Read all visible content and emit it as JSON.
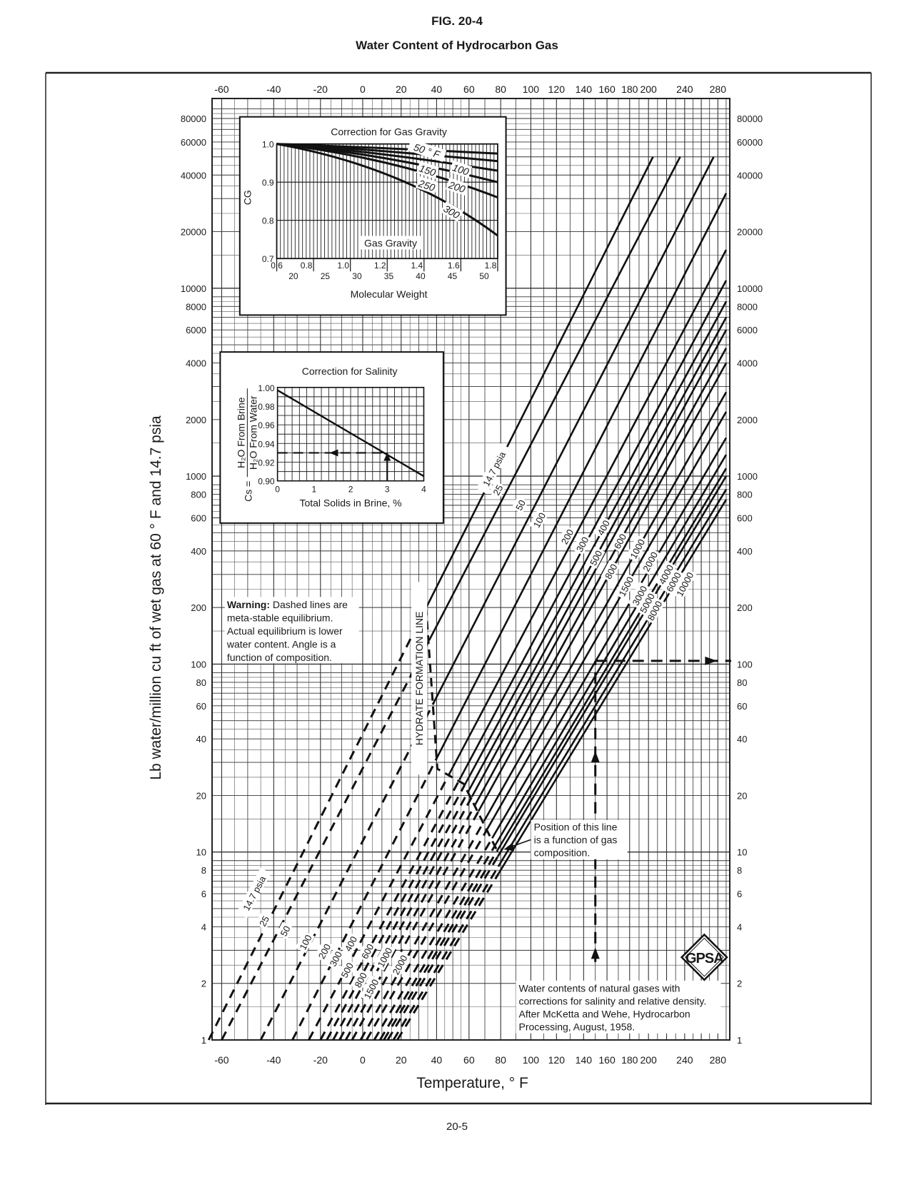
{
  "figure": {
    "number": "FIG. 20-4",
    "title": "Water Content of Hydrocarbon Gas",
    "page_number": "20-5"
  },
  "chart_data": {
    "type": "line",
    "title": "Water Content of Hydrocarbon Gas",
    "xlabel": "Temperature, ° F",
    "ylabel": "Lb water/million cu ft of wet gas at 60 ° F and 14.7 psia",
    "x_scale": "nonlinear (vapor-pressure scale)",
    "y_scale": "log",
    "xlim": [
      -65,
      290
    ],
    "ylim": [
      1,
      100000
    ],
    "x_tick_labels": [
      "-60",
      "-40",
      "-20",
      "0",
      "20",
      "40",
      "60",
      "80",
      "100",
      "120",
      "140",
      "160",
      "180",
      "200",
      "240",
      "280"
    ],
    "y_tick_labels": [
      "1",
      "2",
      "4",
      "6",
      "8",
      "10",
      "20",
      "40",
      "60",
      "80",
      "100",
      "200",
      "400",
      "600",
      "800",
      "1000",
      "2000",
      "4000",
      "6000",
      "8000",
      "10000",
      "20000",
      "40000",
      "60000",
      "80000"
    ],
    "series_pressure_psia": [
      "14.7",
      "25",
      "50",
      "100",
      "200",
      "300",
      "400",
      "500",
      "600",
      "800",
      "1000",
      "1500",
      "2000",
      "3000",
      "4000",
      "5000",
      "6000",
      "8000",
      "10000"
    ],
    "series": [
      {
        "name": "14.7 psia",
        "x_at_y1": -65,
        "x_at_top": 205,
        "y_top": 50000
      },
      {
        "name": "25",
        "x_at_y1": -60,
        "x_at_top": 235,
        "y_top": 50000
      },
      {
        "name": "50",
        "x_at_y1": -45,
        "x_at_top": 275,
        "y_top": 50000
      },
      {
        "name": "100",
        "x_at_y1": -32,
        "x_at_top": 290,
        "y_top": 32000
      },
      {
        "name": "200",
        "x_at_y1": -25,
        "x_at_top": 290,
        "y_top": 16000
      },
      {
        "name": "300",
        "x_at_y1": -20,
        "x_at_top": 290,
        "y_top": 11000
      },
      {
        "name": "400",
        "x_at_y1": -17,
        "x_at_top": 290,
        "y_top": 8500
      },
      {
        "name": "500",
        "x_at_y1": -14,
        "x_at_top": 290,
        "y_top": 7000
      },
      {
        "name": "600",
        "x_at_y1": -11,
        "x_at_top": 290,
        "y_top": 6000
      },
      {
        "name": "800",
        "x_at_y1": -8,
        "x_at_top": 290,
        "y_top": 4800
      },
      {
        "name": "1000",
        "x_at_y1": -5,
        "x_at_top": 290,
        "y_top": 4000
      },
      {
        "name": "1500",
        "x_at_y1": -1,
        "x_at_top": 290,
        "y_top": 2800
      },
      {
        "name": "2000",
        "x_at_y1": 2,
        "x_at_top": 290,
        "y_top": 2200
      },
      {
        "name": "3000",
        "x_at_y1": 6,
        "x_at_top": 290,
        "y_top": 1600
      },
      {
        "name": "4000",
        "x_at_y1": 9,
        "x_at_top": 290,
        "y_top": 1300
      },
      {
        "name": "5000",
        "x_at_y1": 11,
        "x_at_top": 290,
        "y_top": 1100
      },
      {
        "name": "6000",
        "x_at_y1": 13,
        "x_at_top": 290,
        "y_top": 1000
      },
      {
        "name": "8000",
        "x_at_y1": 16,
        "x_at_top": 290,
        "y_top": 850
      },
      {
        "name": "10000",
        "x_at_y1": 18,
        "x_at_top": 290,
        "y_top": 750
      }
    ],
    "annotations": {
      "hydrate_line_label": "HYDRATE FORMATION LINE",
      "warning_bold": "Warning:",
      "warning_text": [
        "Dashed lines are",
        "meta-stable equilibrium.",
        "Actual equilibrium is lower",
        "water content.  Angle is a",
        "function of composition."
      ],
      "position_note": [
        "Position of this line",
        "is a function of gas",
        "composition."
      ],
      "source_note": [
        "Water contents of natural gases with",
        "corrections for salinity and relative density.",
        "After McKetta and Wehe, Hydrocarbon",
        "Processing, August, 1958."
      ],
      "example_path": {
        "temperature_F": 150,
        "water_content": 104,
        "description": "dashed arrow from 150 °F up to ~1000 psia line, then right to axis at ~104"
      }
    },
    "inset_gas_gravity": {
      "title": "Correction for Gas Gravity",
      "ylabel": "CG",
      "y_ticks": [
        "1.0",
        "0.9",
        "0.8",
        "0.7"
      ],
      "x_top_label": "Gas Gravity",
      "gas_gravity_ticks": [
        "0.6",
        "0.8",
        "1.0",
        "1.2",
        "1.4",
        "1.6",
        "1.8"
      ],
      "molecular_weight_ticks": [
        "20",
        "25",
        "30",
        "35",
        "40",
        "45",
        "50"
      ],
      "xlabel": "Molecular Weight",
      "curves": [
        {
          "label": "50 ° F",
          "cg_at_1_8": 0.975
        },
        {
          "label": "100",
          "cg_at_1_8": 0.955
        },
        {
          "label": "150",
          "cg_at_1_8": 0.93
        },
        {
          "label": "200",
          "cg_at_1_8": 0.9
        },
        {
          "label": "250",
          "cg_at_1_8": 0.86
        },
        {
          "label": "300",
          "cg_at_1_8": 0.76
        }
      ]
    },
    "inset_salinity": {
      "title": "Correction for Salinity",
      "ylabel": "Cs = H2O From Brine / H2O From Water",
      "ylabel_num": "H₂O From Brine",
      "ylabel_den": "H₂O From Water",
      "ylabel_prefix": "Cs =",
      "y_ticks": [
        "1.00",
        "0.98",
        "0.96",
        "0.94",
        "0.92",
        "0.90"
      ],
      "x_ticks": [
        "0",
        "1",
        "2",
        "3",
        "4"
      ],
      "xlabel": "Total Solids in Brine, %",
      "line": {
        "x": [
          0,
          4
        ],
        "y": [
          0.997,
          0.905
        ]
      },
      "example": {
        "solids_pct": 3,
        "cs": 0.93
      }
    },
    "logo_text": "GPSA"
  }
}
